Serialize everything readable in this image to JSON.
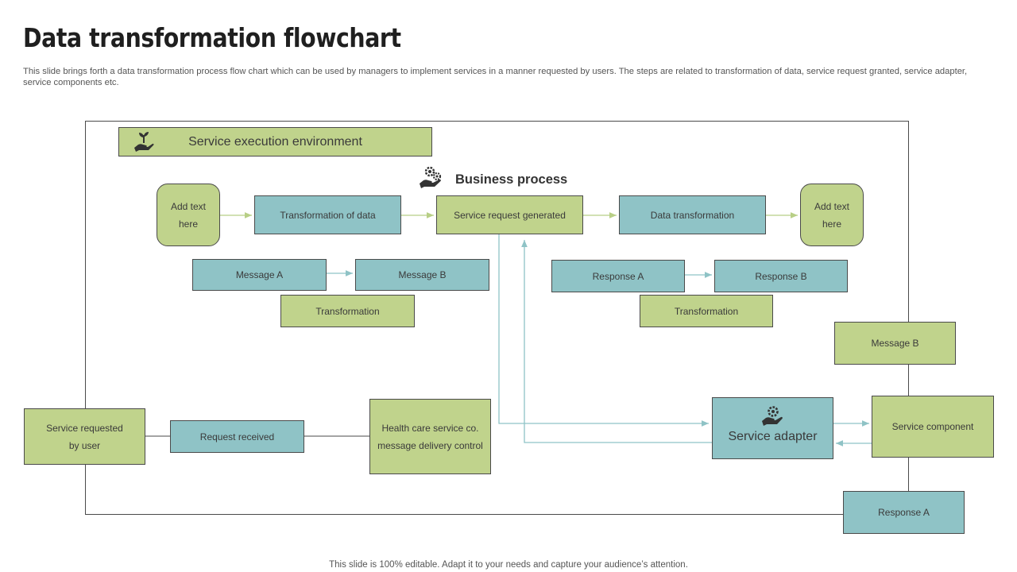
{
  "slide": {
    "title": "Data transformation flowchart",
    "subtitle": "This slide brings forth a data transformation process flow chart which can be used by managers to implement services in a manner requested by users. The steps are related to transformation of data, service request granted, service adapter, service components etc.",
    "footer": "This slide is 100% editable. Adapt it to your needs and capture your audience’s attention."
  },
  "diagram": {
    "environment_label": "Service execution environment",
    "business_process_label": "Business process",
    "left_placeholder": [
      "Add text",
      "here"
    ],
    "right_placeholder": [
      "Add text",
      "here"
    ],
    "transformation_of_data": "Transformation of data",
    "service_request_generated": "Service request generated",
    "data_transformation": "Data transformation",
    "message_a": "Message A",
    "message_b": "Message B",
    "transformation_left": "Transformation",
    "response_a": "Response A",
    "response_b": "Response B",
    "transformation_right": "Transformation",
    "message_b_right": "Message B",
    "service_requested": [
      "Service requested",
      "by user"
    ],
    "request_received": "Request received",
    "health_care": [
      "Health care service co.",
      "message delivery control"
    ],
    "service_adapter": "Service adapter",
    "service_component": "Service component",
    "response_a_right": "Response A"
  },
  "colors": {
    "green": "#c0d38c",
    "teal": "#8fc3c6",
    "border": "#4a4a4a",
    "green_arrow": "#b8cf86",
    "teal_arrow": "#8fc3c6",
    "icon": "#333333"
  },
  "icons": {
    "environment": "hand-plant-icon",
    "business_process": "hand-gears-icon",
    "adapter": "hand-gear-icon"
  }
}
